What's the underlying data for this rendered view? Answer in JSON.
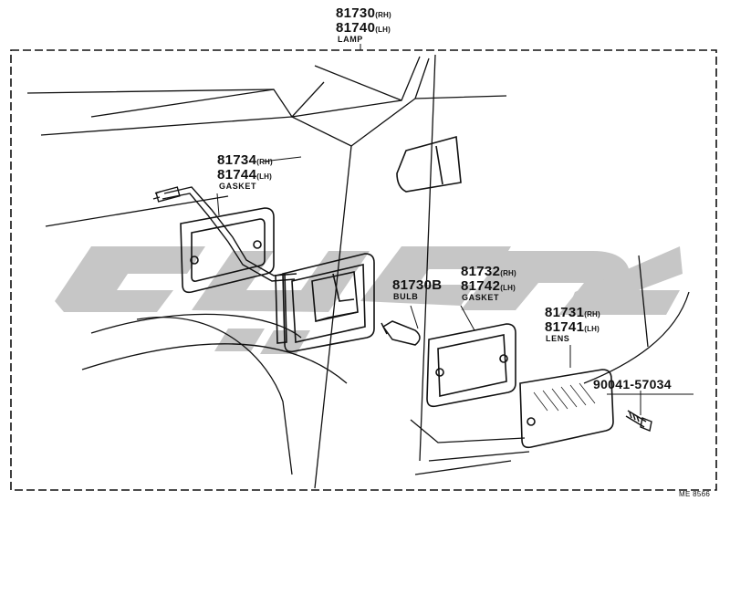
{
  "callouts": {
    "lamp": {
      "part_rh": "81730",
      "suffix_rh": "(RH)",
      "part_lh": "81740",
      "suffix_lh": "(LH)",
      "name": "LAMP"
    },
    "gasket_rear": {
      "part_rh": "81734",
      "suffix_rh": "(RH)",
      "part_lh": "81744",
      "suffix_lh": "(LH)",
      "name": "GASKET"
    },
    "bulb": {
      "part": "81730B",
      "name": "BULB"
    },
    "gasket_front": {
      "part_rh": "81732",
      "suffix_rh": "(RH)",
      "part_lh": "81742",
      "suffix_lh": "(LH)",
      "name": "GASKET"
    },
    "lens": {
      "part_rh": "81731",
      "suffix_rh": "(RH)",
      "part_lh": "81741",
      "suffix_lh": "(LH)",
      "name": "LENS"
    },
    "screw": {
      "part": "90041-57034"
    }
  },
  "diagram_code": "ME 8566",
  "colors": {
    "line": "#111111",
    "watermark": "#c8c8c8"
  }
}
